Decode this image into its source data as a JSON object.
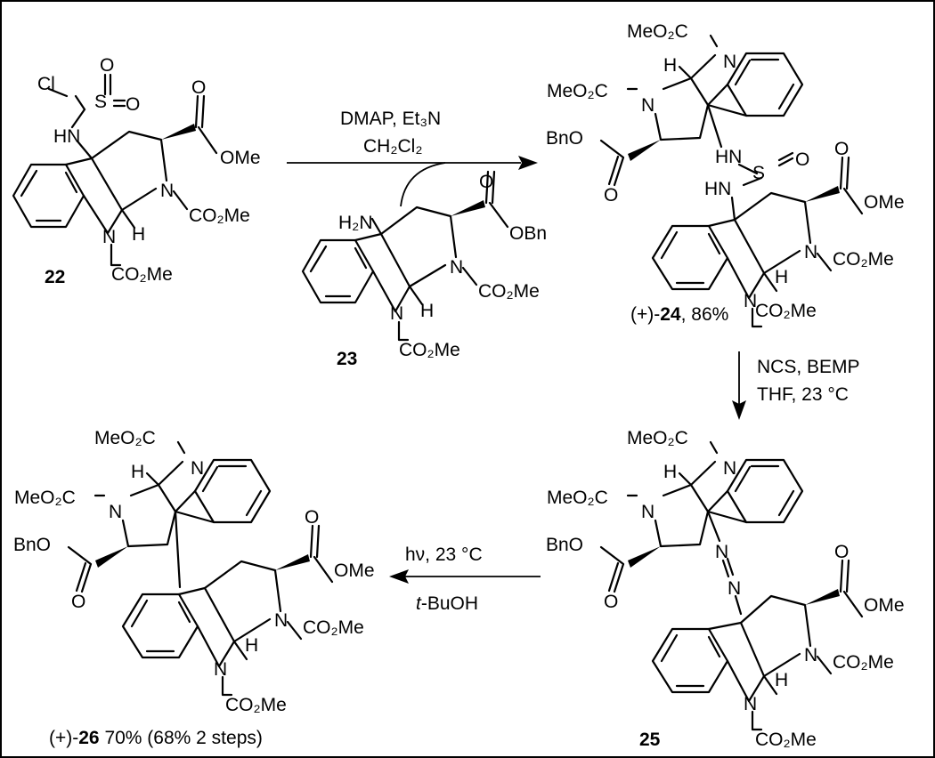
{
  "compounds": {
    "c22": {
      "number": "22",
      "labels": {
        "cl": "Cl",
        "s": "S",
        "o_top": "O",
        "o_right": "O",
        "nh": "HN",
        "o_ester": "O",
        "ome": "OMe",
        "n_pyr": "N",
        "co2me_pyr": "CO₂Me",
        "h": "H",
        "n_ind": "N",
        "co2me_ind": "CO₂Me"
      }
    },
    "c23": {
      "number": "23",
      "labels": {
        "h2n": "H₂N",
        "o_ester": "O",
        "obn": "OBn",
        "n_pyr": "N",
        "co2me_pyr": "CO₂Me",
        "h": "H",
        "n_ind": "N",
        "co2me_ind": "CO₂Me"
      }
    },
    "c24": {
      "caption_prefix": "(+)-",
      "number": "24",
      "caption_suffix": ", 86%",
      "labels": {
        "meo2c_top": "MeO₂C",
        "n_top": "N",
        "h_top": "H",
        "meo2c_left": "MeO₂C",
        "n_left": "N",
        "bno": "BnO",
        "o_bn": "O",
        "hn1": "HN",
        "s": "S",
        "o_s": "O",
        "hn2": "HN",
        "o_ester": "O",
        "ome": "OMe",
        "n_pyr": "N",
        "co2me_pyr": "CO₂Me",
        "h": "H",
        "n_ind": "N",
        "co2me_ind": "CO₂Me"
      }
    },
    "c25": {
      "number": "25",
      "labels": {
        "meo2c_top": "MeO₂C",
        "n_top": "N",
        "h_top": "H",
        "meo2c_left": "MeO₂C",
        "n_left": "N",
        "bno": "BnO",
        "o_bn": "O",
        "n_azo1": "N",
        "n_azo2": "N",
        "o_ester": "O",
        "ome": "OMe",
        "n_pyr": "N",
        "co2me_pyr": "CO₂Me",
        "h": "H",
        "n_ind": "N",
        "co2me_ind": "CO₂Me"
      }
    },
    "c26": {
      "caption_prefix": "(+)-",
      "number": "26",
      "caption_suffix": " 70% (68% 2 steps)",
      "labels": {
        "meo2c_top": "MeO₂C",
        "n_top": "N",
        "h_top": "H",
        "meo2c_left": "MeO₂C",
        "n_left": "N",
        "bno": "BnO",
        "o_bn": "O",
        "o_ester": "O",
        "ome": "OMe",
        "n_pyr": "N",
        "co2me_pyr": "CO₂Me",
        "h": "H",
        "n_ind": "N",
        "co2me_ind": "CO₂Me"
      }
    }
  },
  "reactions": {
    "step1": {
      "line1": "DMAP, Et₃N",
      "line2": "CH₂Cl₂"
    },
    "step2": {
      "line1": "NCS, BEMP",
      "line2": "THF, 23 °C"
    },
    "step3": {
      "line1": "hν, 23 °C",
      "line2_italic": "t",
      "line2_rest": "-BuOH"
    }
  }
}
